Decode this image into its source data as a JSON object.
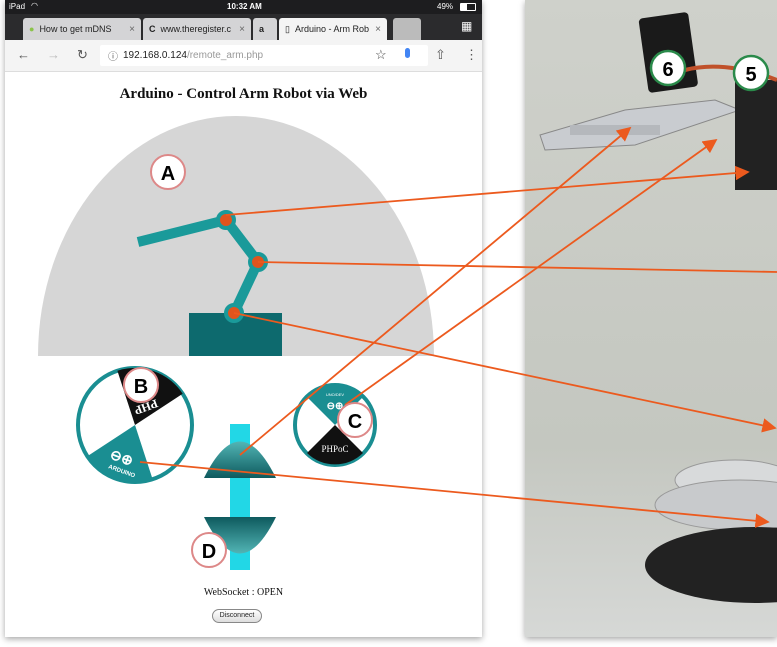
{
  "status_bar": {
    "device": "iPad",
    "time": "10:32 AM",
    "battery": "49%"
  },
  "tabs": [
    {
      "label": "How to get mDNS",
      "active": false
    },
    {
      "label": "www.theregister.c",
      "active": false
    },
    {
      "label": "a",
      "active": false
    },
    {
      "label": "Arduino - Arm Rob",
      "active": true
    }
  ],
  "toolbar": {
    "url_host": "192.168.0.124",
    "url_path": "/remote_arm.php"
  },
  "page": {
    "title": "Arduino - Control Arm Robot via Web",
    "websocket_status": "WebSocket : OPEN",
    "disconnect_label": "Disconnect",
    "knob_b_text": "PHP",
    "knob_b_logo": "ARDUINO",
    "knob_c_text": "PHPoC",
    "knob_c_logo": "UNO/DEV",
    "accent_color": "#1a9a9a",
    "joint_color": "#e0541e"
  },
  "labels": {
    "a": "A",
    "b": "B",
    "c": "C",
    "d": "D",
    "servo6": "6",
    "servo5": "5"
  },
  "arrow_color": "#ec5a1e"
}
